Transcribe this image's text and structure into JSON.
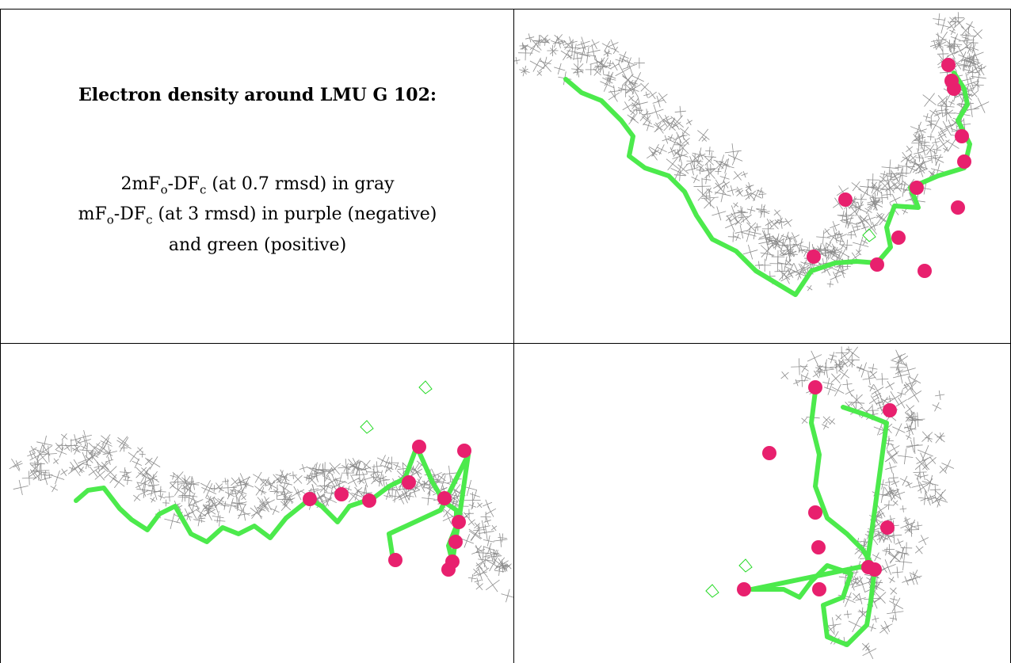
{
  "caption": {
    "title": "Electron density around LMU G 102:",
    "line1_a": "2mF",
    "line1_sub_o": "o",
    "line1_b": "-DF",
    "line1_sub_c": "c",
    "line1_c": " (at 0.7 rmsd) in gray",
    "line2_a": "mF",
    "line2_sub_o": "o",
    "line2_b": "-DF",
    "line2_sub_c": "c",
    "line2_c": " (at 3 rmsd) in purple (negative)",
    "line3": "and green (positive)"
  },
  "colors": {
    "mesh": "#8c8c8c",
    "carbon": "#4cea4c",
    "oxygen": "#e8206e",
    "positive_density": "#22d922"
  },
  "panels": [
    "density-view-top-right",
    "density-view-bottom-left",
    "density-view-bottom-right"
  ]
}
